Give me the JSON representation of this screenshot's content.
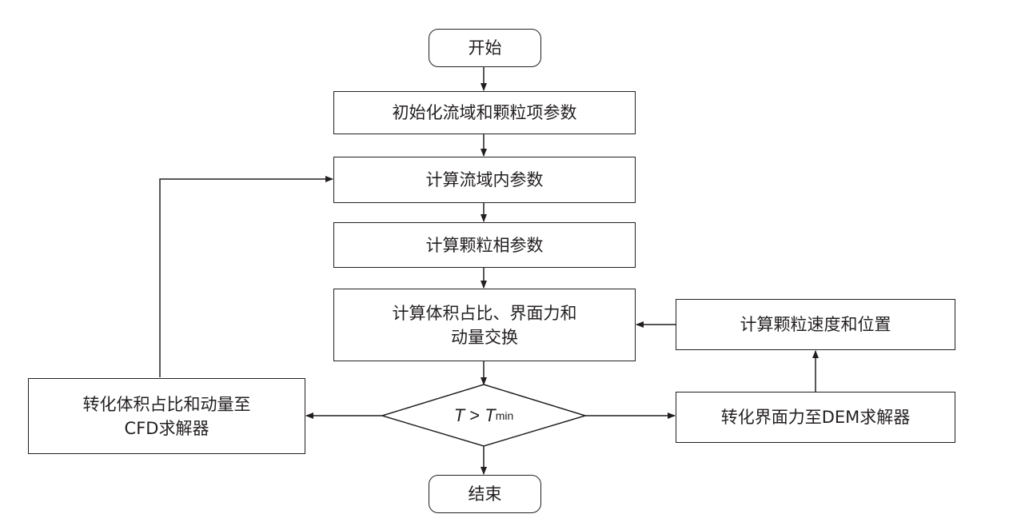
{
  "nodes": {
    "start": "开始",
    "init": "初始化流域和颗粒项参数",
    "fluid": "计算流域内参数",
    "particle": "计算颗粒相参数",
    "exchange_line1": "计算体积占比、界面力和",
    "exchange_line2": "动量交换",
    "velocity": "计算颗粒速度和位置",
    "to_dem": "转化界面力至DEM求解器",
    "to_cfd_line1": "转化体积占比和动量至",
    "to_cfd_line2": "CFD求解器",
    "end": "结束"
  },
  "condition": {
    "var": "T",
    "op": ">",
    "sub": "min"
  }
}
